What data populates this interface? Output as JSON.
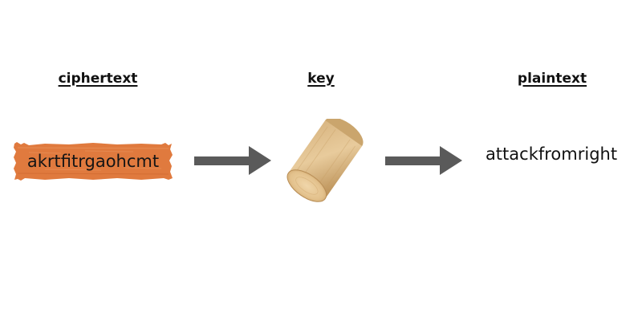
{
  "headings": {
    "ciphertext": "ciphertext",
    "key": "key",
    "plaintext": "plaintext"
  },
  "cipher": {
    "text": "akrtfitrgaohcmt"
  },
  "plain": {
    "text": "attackfromright"
  },
  "colors": {
    "tape": "#e07a3e",
    "arrow": "#5a5a5a",
    "wood_light": "#e4c493",
    "wood_dark": "#c39a5f"
  },
  "icons": {
    "tape": "masking-tape-strip",
    "key": "wooden-cylinder-scytale",
    "arrow": "right-arrow"
  }
}
